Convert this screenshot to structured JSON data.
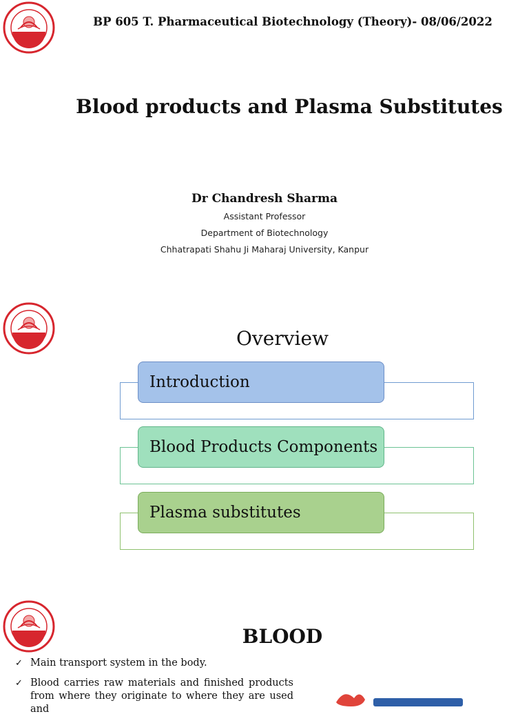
{
  "slide1": {
    "course_header": "BP 605 T. Pharmaceutical Biotechnology (Theory)- 08/06/2022",
    "title": "Blood products and Plasma Substitutes",
    "author": "Dr Chandresh Sharma",
    "designation": "Assistant Professor",
    "department": "Department of Biotechnology",
    "university": "Chhatrapati Shahu Ji Maharaj University, Kanpur"
  },
  "slide2": {
    "title": "Overview",
    "items": [
      {
        "label": "Introduction",
        "fill": "#a4c2ea",
        "border": "#6d8fc7",
        "frame": "#6f9bd1"
      },
      {
        "label": "Blood Products Components",
        "fill": "#9fe0bd",
        "border": "#62b58a",
        "frame": "#6cc394"
      },
      {
        "label": "Plasma substitutes",
        "fill": "#a9d18e",
        "border": "#7aac5b",
        "frame": "#8fc16e"
      }
    ]
  },
  "slide3": {
    "title": "BLOOD",
    "bullets": [
      "Main transport system in the body.",
      "Blood carries raw materials and finished products from where they originate to where they are used and"
    ]
  },
  "colors": {
    "logo_red": "#d7262e",
    "logo_border": "#c8102e"
  }
}
